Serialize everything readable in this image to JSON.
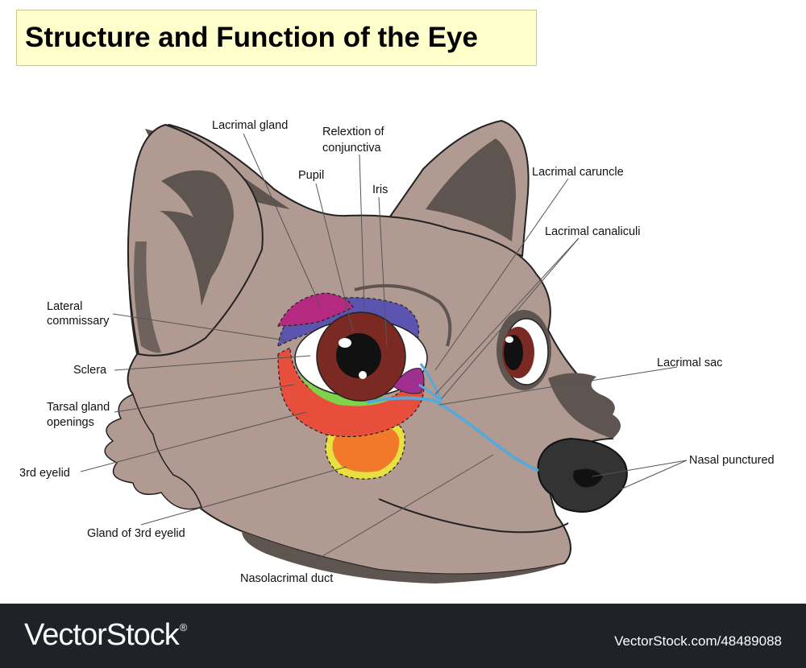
{
  "title": "Structure and Function of the Eye",
  "labels": {
    "lacrimal_gland": "Lacrimal gland",
    "relextion_line1": "Relextion of",
    "relextion_line2": "conjunctiva",
    "pupil": "Pupil",
    "iris": "Iris",
    "lacrimal_caruncle": "Lacrimal caruncle",
    "lacrimal_canaliculi": "Lacrimal canaliculi",
    "lateral_line1": "Lateral",
    "lateral_line2": "commissary",
    "sclera": "Sclera",
    "tarsal_line1": "Tarsal gland",
    "tarsal_line2": "openings",
    "third_eyelid": "3rd eyelid",
    "lacrimal_sac": "Lacrimal sac",
    "nasal_punctured": "Nasal punctured",
    "gland_third_eyelid": "Gland of 3rd eyelid",
    "nasolacrimal_duct": "Nasolacrimal duct"
  },
  "footer": {
    "brand": "VectorStock",
    "registered": "®",
    "image_id": "VectorStock.com/48489088"
  },
  "colors": {
    "fur": "#b09a91",
    "fur_dark": "#5e5450",
    "title_bg": "#ffffcc",
    "iris": "#7a2a22",
    "conjunctiva": "#5c55b0",
    "lacrimal_gland": "#b52a80",
    "third_eyelid": "#e84e3c",
    "gland_third_eyelid": "#f07a2a",
    "tarsal_gland": "#7ed348",
    "duct": "#5aa8d8",
    "nose": "#333333",
    "footer_bg": "#1f2328"
  }
}
